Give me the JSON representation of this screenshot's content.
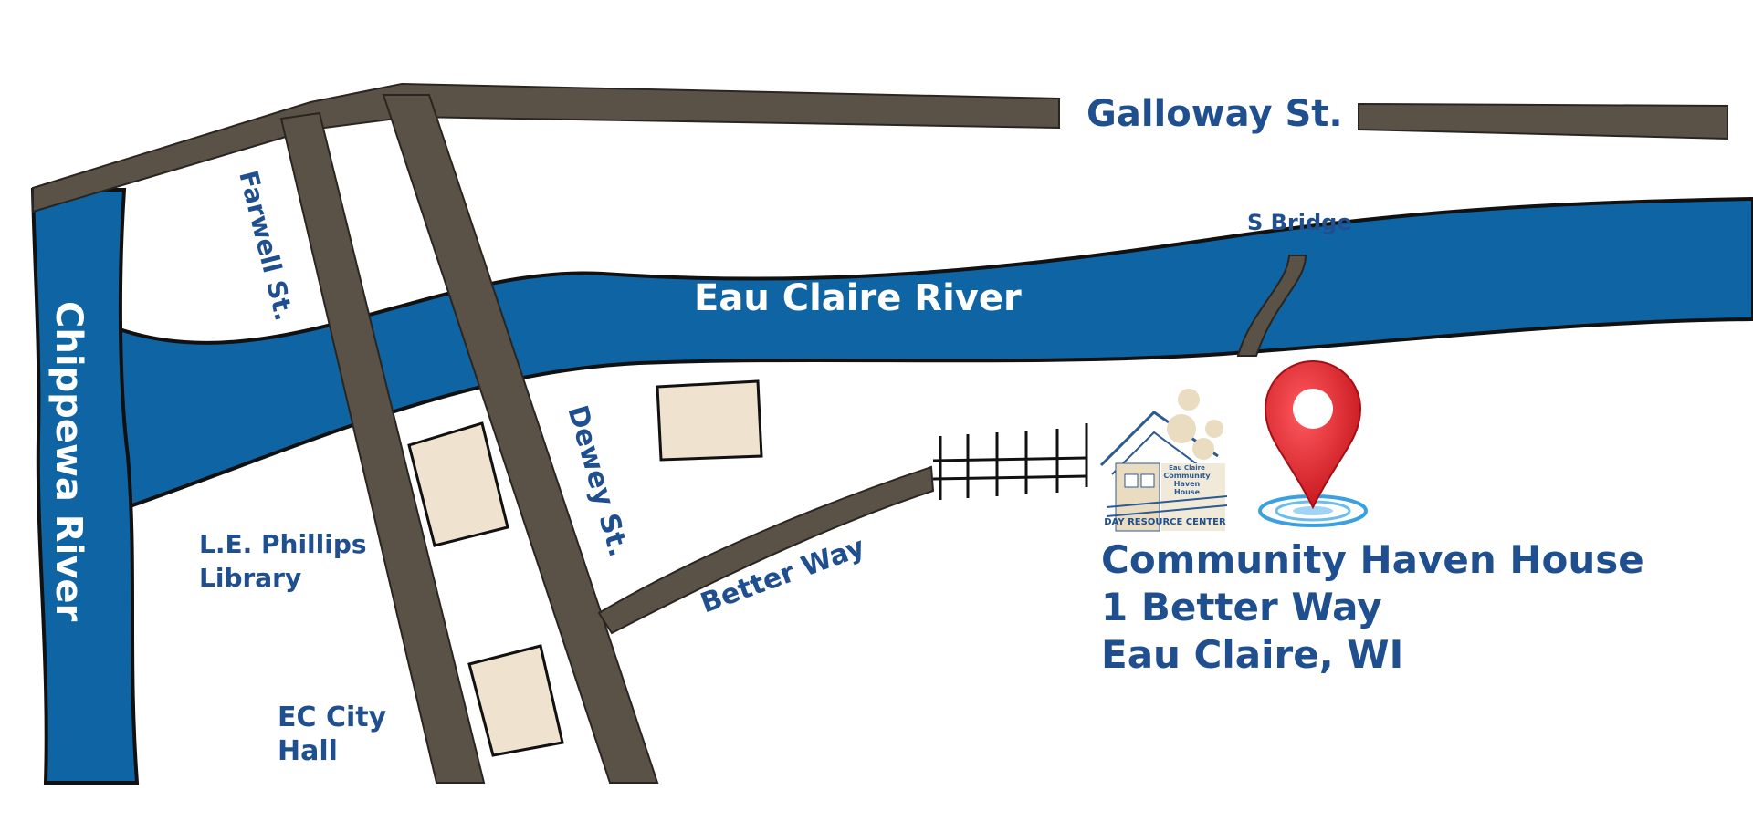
{
  "map": {
    "streets": {
      "galloway": "Galloway St.",
      "farwell": "Farwell St.",
      "dewey": "Dewey St.",
      "better_way": "Better Way"
    },
    "water": {
      "chippewa": "Chippewa River",
      "eau_claire": "Eau Claire River"
    },
    "landmarks": {
      "s_bridge": "S Bridge",
      "library_line1": "L.E. Phillips",
      "library_line2": "Library",
      "city_hall_line1": "EC City",
      "city_hall_line2": "Hall"
    },
    "destination": {
      "name": "Community Haven House",
      "street": "1 Better Way",
      "city": "Eau Claire, WI",
      "logo_caption": "DAY RESOURCE CENTER",
      "logo_text": [
        "Eau Claire",
        "Community",
        "Haven",
        "House"
      ],
      "marker_icon": "map-pin-icon"
    },
    "colors": {
      "river": "#0f64a3",
      "road": "#5b5247",
      "building": "#efe3cf",
      "label": "#1f4f8f",
      "pin": "#e0242c"
    }
  }
}
